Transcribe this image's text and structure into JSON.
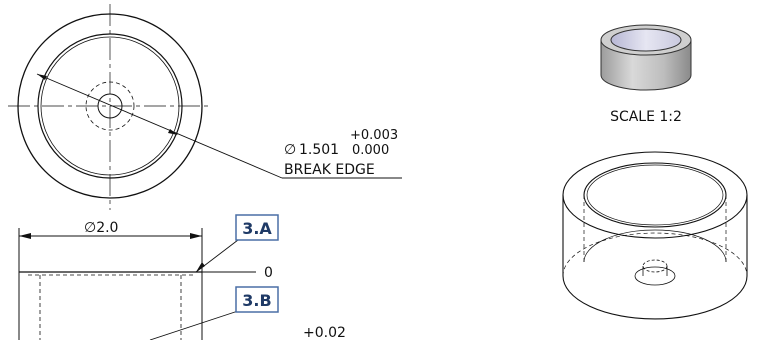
{
  "drawing": {
    "line_color": "#111111",
    "callout_border_color": "#4a6fa5",
    "callout_text_color": "#1f3a66",
    "top_view": {
      "tolerance_upper": "+0.003",
      "diameter_symbol": "∅",
      "diameter_value": "1.501",
      "tolerance_lower": "0.000",
      "note": "BREAK EDGE"
    },
    "front_view": {
      "diameter_label": "∅2.0",
      "zero_label": "0",
      "tolerance_upper": "+0.02"
    },
    "callouts": [
      {
        "label": "3.A"
      },
      {
        "label": "3.B"
      }
    ],
    "iso_view": {
      "scale_label": "SCALE 1:2"
    }
  }
}
